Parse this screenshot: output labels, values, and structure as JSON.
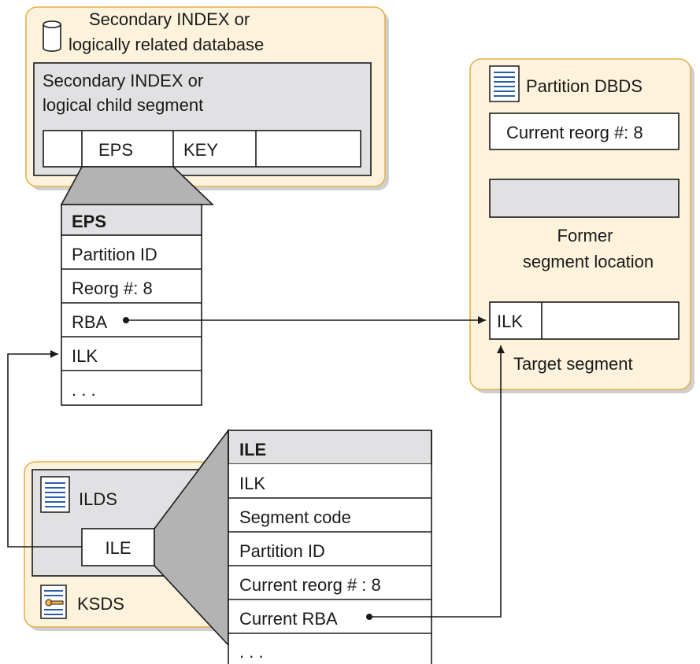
{
  "secondary_index_db": {
    "title_line1": "Secondary INDEX or",
    "title_line2": "logically related database",
    "segment_line1": "Secondary INDEX or",
    "segment_line2": "logical child segment",
    "fields": [
      "",
      "EPS",
      "KEY",
      ""
    ]
  },
  "eps_table": {
    "header": "EPS",
    "rows": [
      "Partition ID",
      "Reorg #: 8",
      "RBA",
      "ILK",
      ". . ."
    ]
  },
  "partition_dbds": {
    "title": "Partition DBDS",
    "current_reorg": "Current reorg #: 8",
    "former_line1": "Former",
    "former_line2": "segment location",
    "ilk": "ILK",
    "target_label": "Target segment"
  },
  "kds": {
    "ilds_label": "ILDS",
    "ile_label": "ILE",
    "ksds_label": "KSDS"
  },
  "ile_table": {
    "header": "ILE",
    "rows": [
      "ILK",
      "Segment code",
      "Partition ID",
      "Current reorg # : 8",
      "Current RBA",
      ". . ."
    ]
  },
  "icons": [
    "database-cylinder-icon",
    "document-icon",
    "key-document-icon"
  ],
  "colors": {
    "container_fill": "#fdf3dc",
    "container_border": "#e6b04a",
    "grey_fill": "#e1e1e4",
    "funnel_fill": "#b3b3b3",
    "doc_line": "#2b5ea8"
  }
}
